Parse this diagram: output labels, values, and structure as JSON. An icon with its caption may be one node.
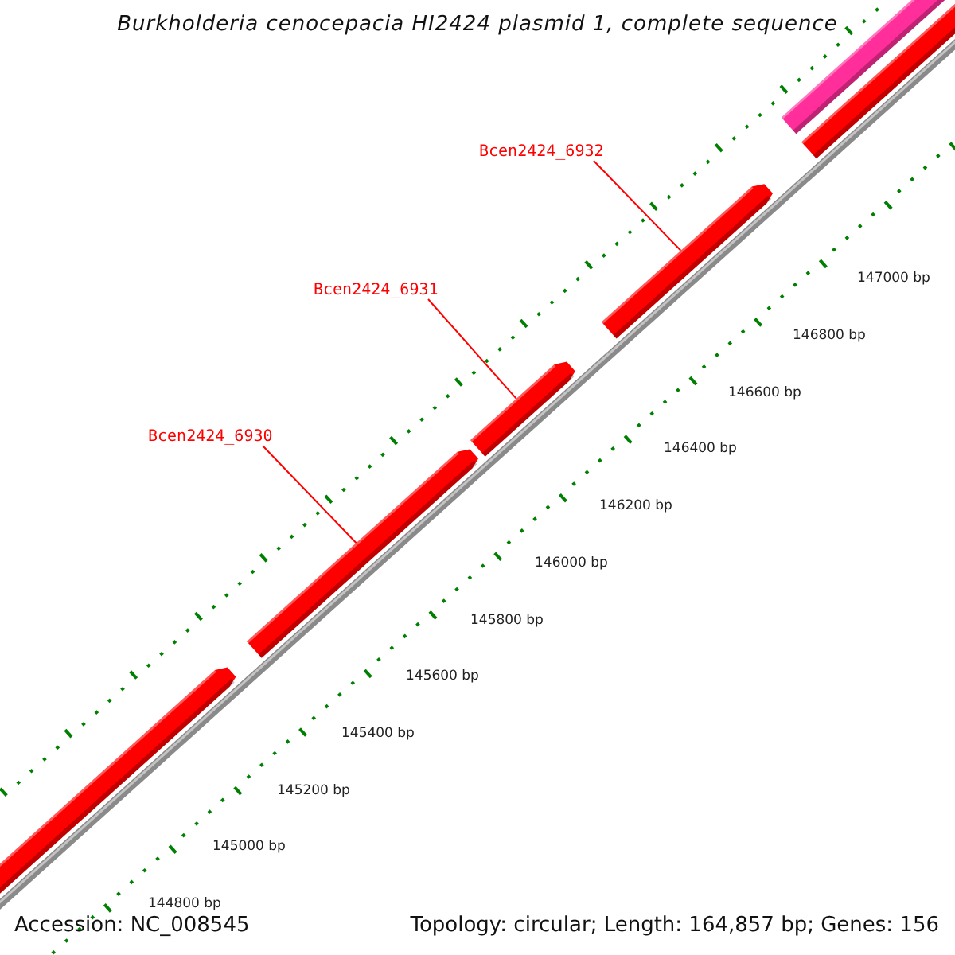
{
  "diagram": {
    "title": "Burkholderia cenocepacia HI2424 plasmid 1, complete sequence",
    "nodes": [
      {
        "text": [
          "Bcen2424_6932"
        ]
      },
      {
        "text": [
          "Bcen2424_6931"
        ]
      },
      {
        "text": [
          "Bcen2424_6930"
        ]
      },
      {
        "text": [],
        "shape": "arrow"
      },
      {
        "text": [],
        "shape": "arrow"
      },
      {
        "text": [],
        "shape": "arrow"
      },
      {
        "text": [],
        "shape": "arrow"
      },
      {
        "text": [],
        "shape": "bar"
      },
      {
        "text": [],
        "shape": "bar"
      }
    ],
    "edges": [
      {
        "from": 0,
        "to": 6,
        "arrow": "none"
      },
      {
        "from": 1,
        "to": 5,
        "arrow": "none"
      },
      {
        "from": 2,
        "to": 4,
        "arrow": "none"
      }
    ],
    "labels": [
      "147000 bp",
      "146800 bp",
      "146600 bp",
      "146400 bp",
      "146200 bp",
      "146000 bp",
      "145800 bp",
      "145600 bp",
      "145400 bp",
      "145200 bp",
      "145000 bp",
      "144800 bp",
      "Accession: NC_008545",
      "Topology: circular; Length: 164,857 bp; Genes: 156"
    ]
  }
}
